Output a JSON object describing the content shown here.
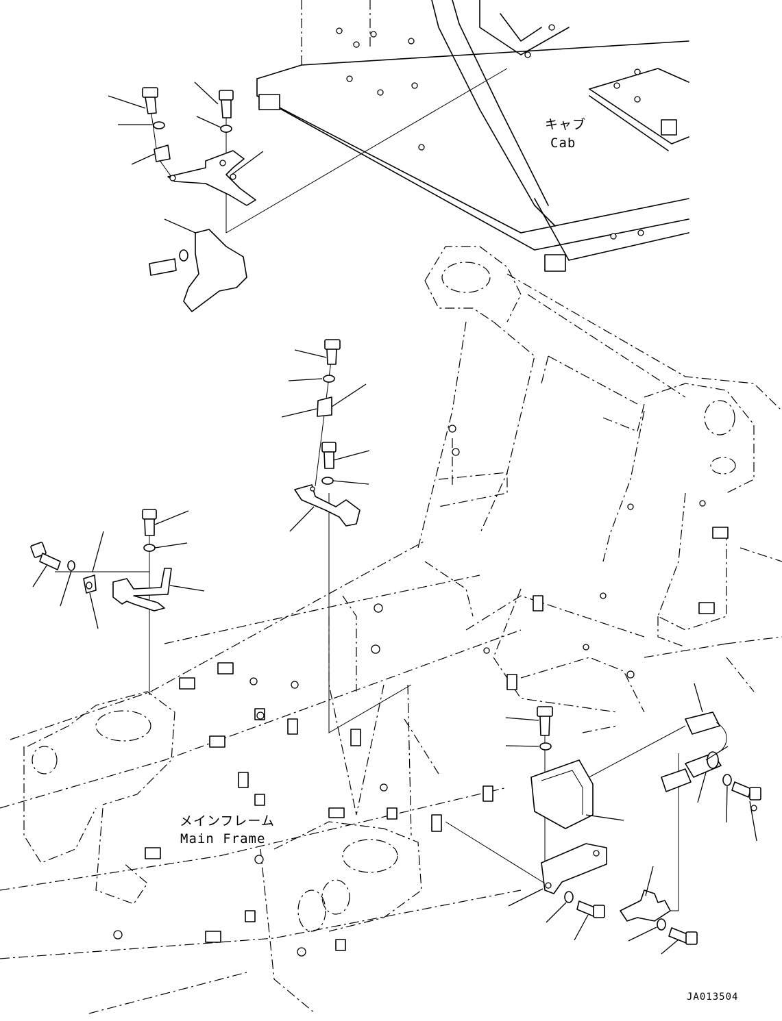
{
  "labels": {
    "cab_jp": "キャブ",
    "cab_en": "Cab",
    "frame_jp": "メインフレーム",
    "frame_en": "Main Frame"
  },
  "drawing_code": "JA013504"
}
